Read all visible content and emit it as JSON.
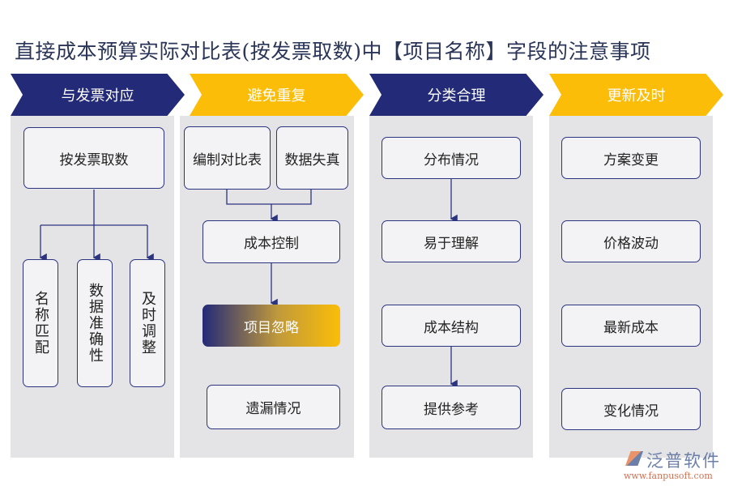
{
  "title": "直接成本预算实际对比表(按发票取数)中【项目名称】字段的注意事项",
  "colors": {
    "navy": "#232a78",
    "yellow": "#fbbd08",
    "panel": "#e4e4e6"
  },
  "columns": [
    {
      "header": "与发票对应",
      "top": "按发票取数",
      "items": [
        "名称匹配",
        "数据准确性",
        "及时调整"
      ]
    },
    {
      "header": "避免重复",
      "top": [
        "编制对比表",
        "数据失真"
      ],
      "items": [
        "成本控制",
        "项目忽略",
        "遗漏情况"
      ]
    },
    {
      "header": "分类合理",
      "items": [
        "分布情况",
        "易于理解",
        "成本结构",
        "提供参考"
      ]
    },
    {
      "header": "更新及时",
      "items": [
        "方案变更",
        "价格波动",
        "最新成本",
        "变化情况"
      ]
    }
  ],
  "logo": {
    "name": "泛普软件",
    "url": "www.fanpusoft.com"
  }
}
